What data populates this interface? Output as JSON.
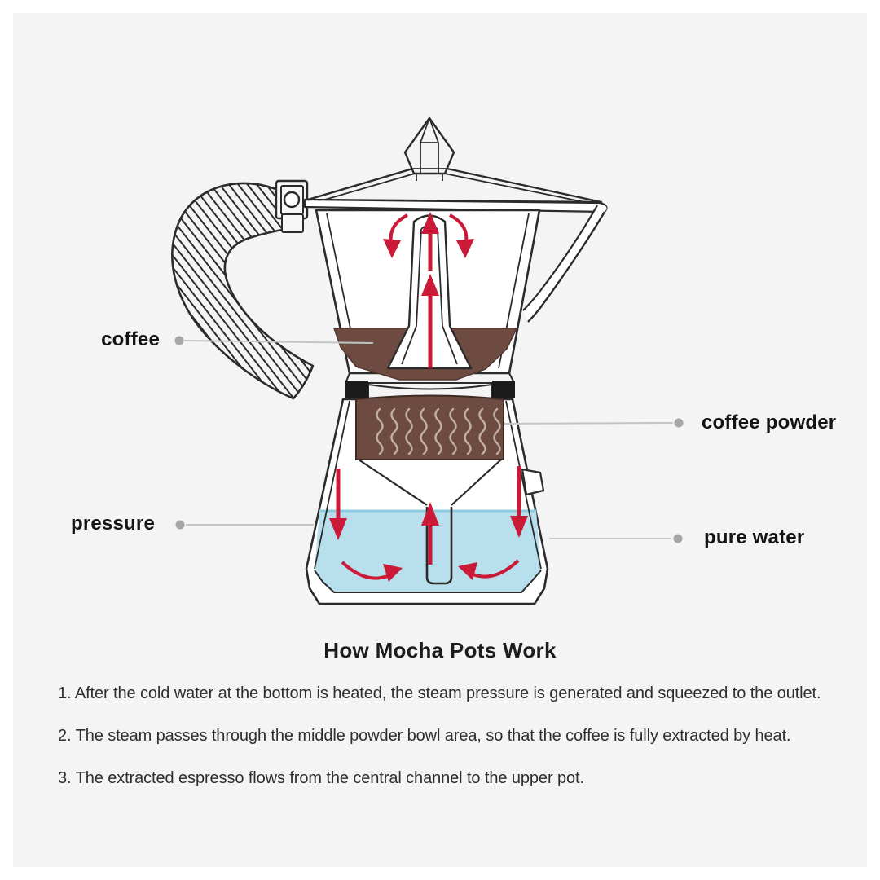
{
  "page": {
    "background": "#ffffff",
    "panel_background": "#f4f4f5"
  },
  "diagram": {
    "title": "How Mocha Pots Work",
    "labels": {
      "coffee": "coffee",
      "pressure": "pressure",
      "coffee_powder": "coffee powder",
      "pure_water": "pure water"
    },
    "colors": {
      "outline": "#2b2b2b",
      "coffee_brown": "#6d4b40",
      "steam_wave": "#c8b9ae",
      "water_blue": "#b7dfec",
      "water_surface": "#8fcbdf",
      "arrow_red": "#ca1a38",
      "gasket_black": "#1a1a1a",
      "leader_line": "#c4c4c4",
      "leader_dot": "#a6a6a6"
    }
  },
  "steps": [
    {
      "text": "1. After the cold water at the bottom is heated, the steam pressure is generated and squeezed to the outlet."
    },
    {
      "text": "2. The steam passes through the middle powder bowl area, so that the coffee is fully extracted by heat."
    },
    {
      "text": "3. The extracted espresso flows from the central channel to the upper pot."
    }
  ]
}
